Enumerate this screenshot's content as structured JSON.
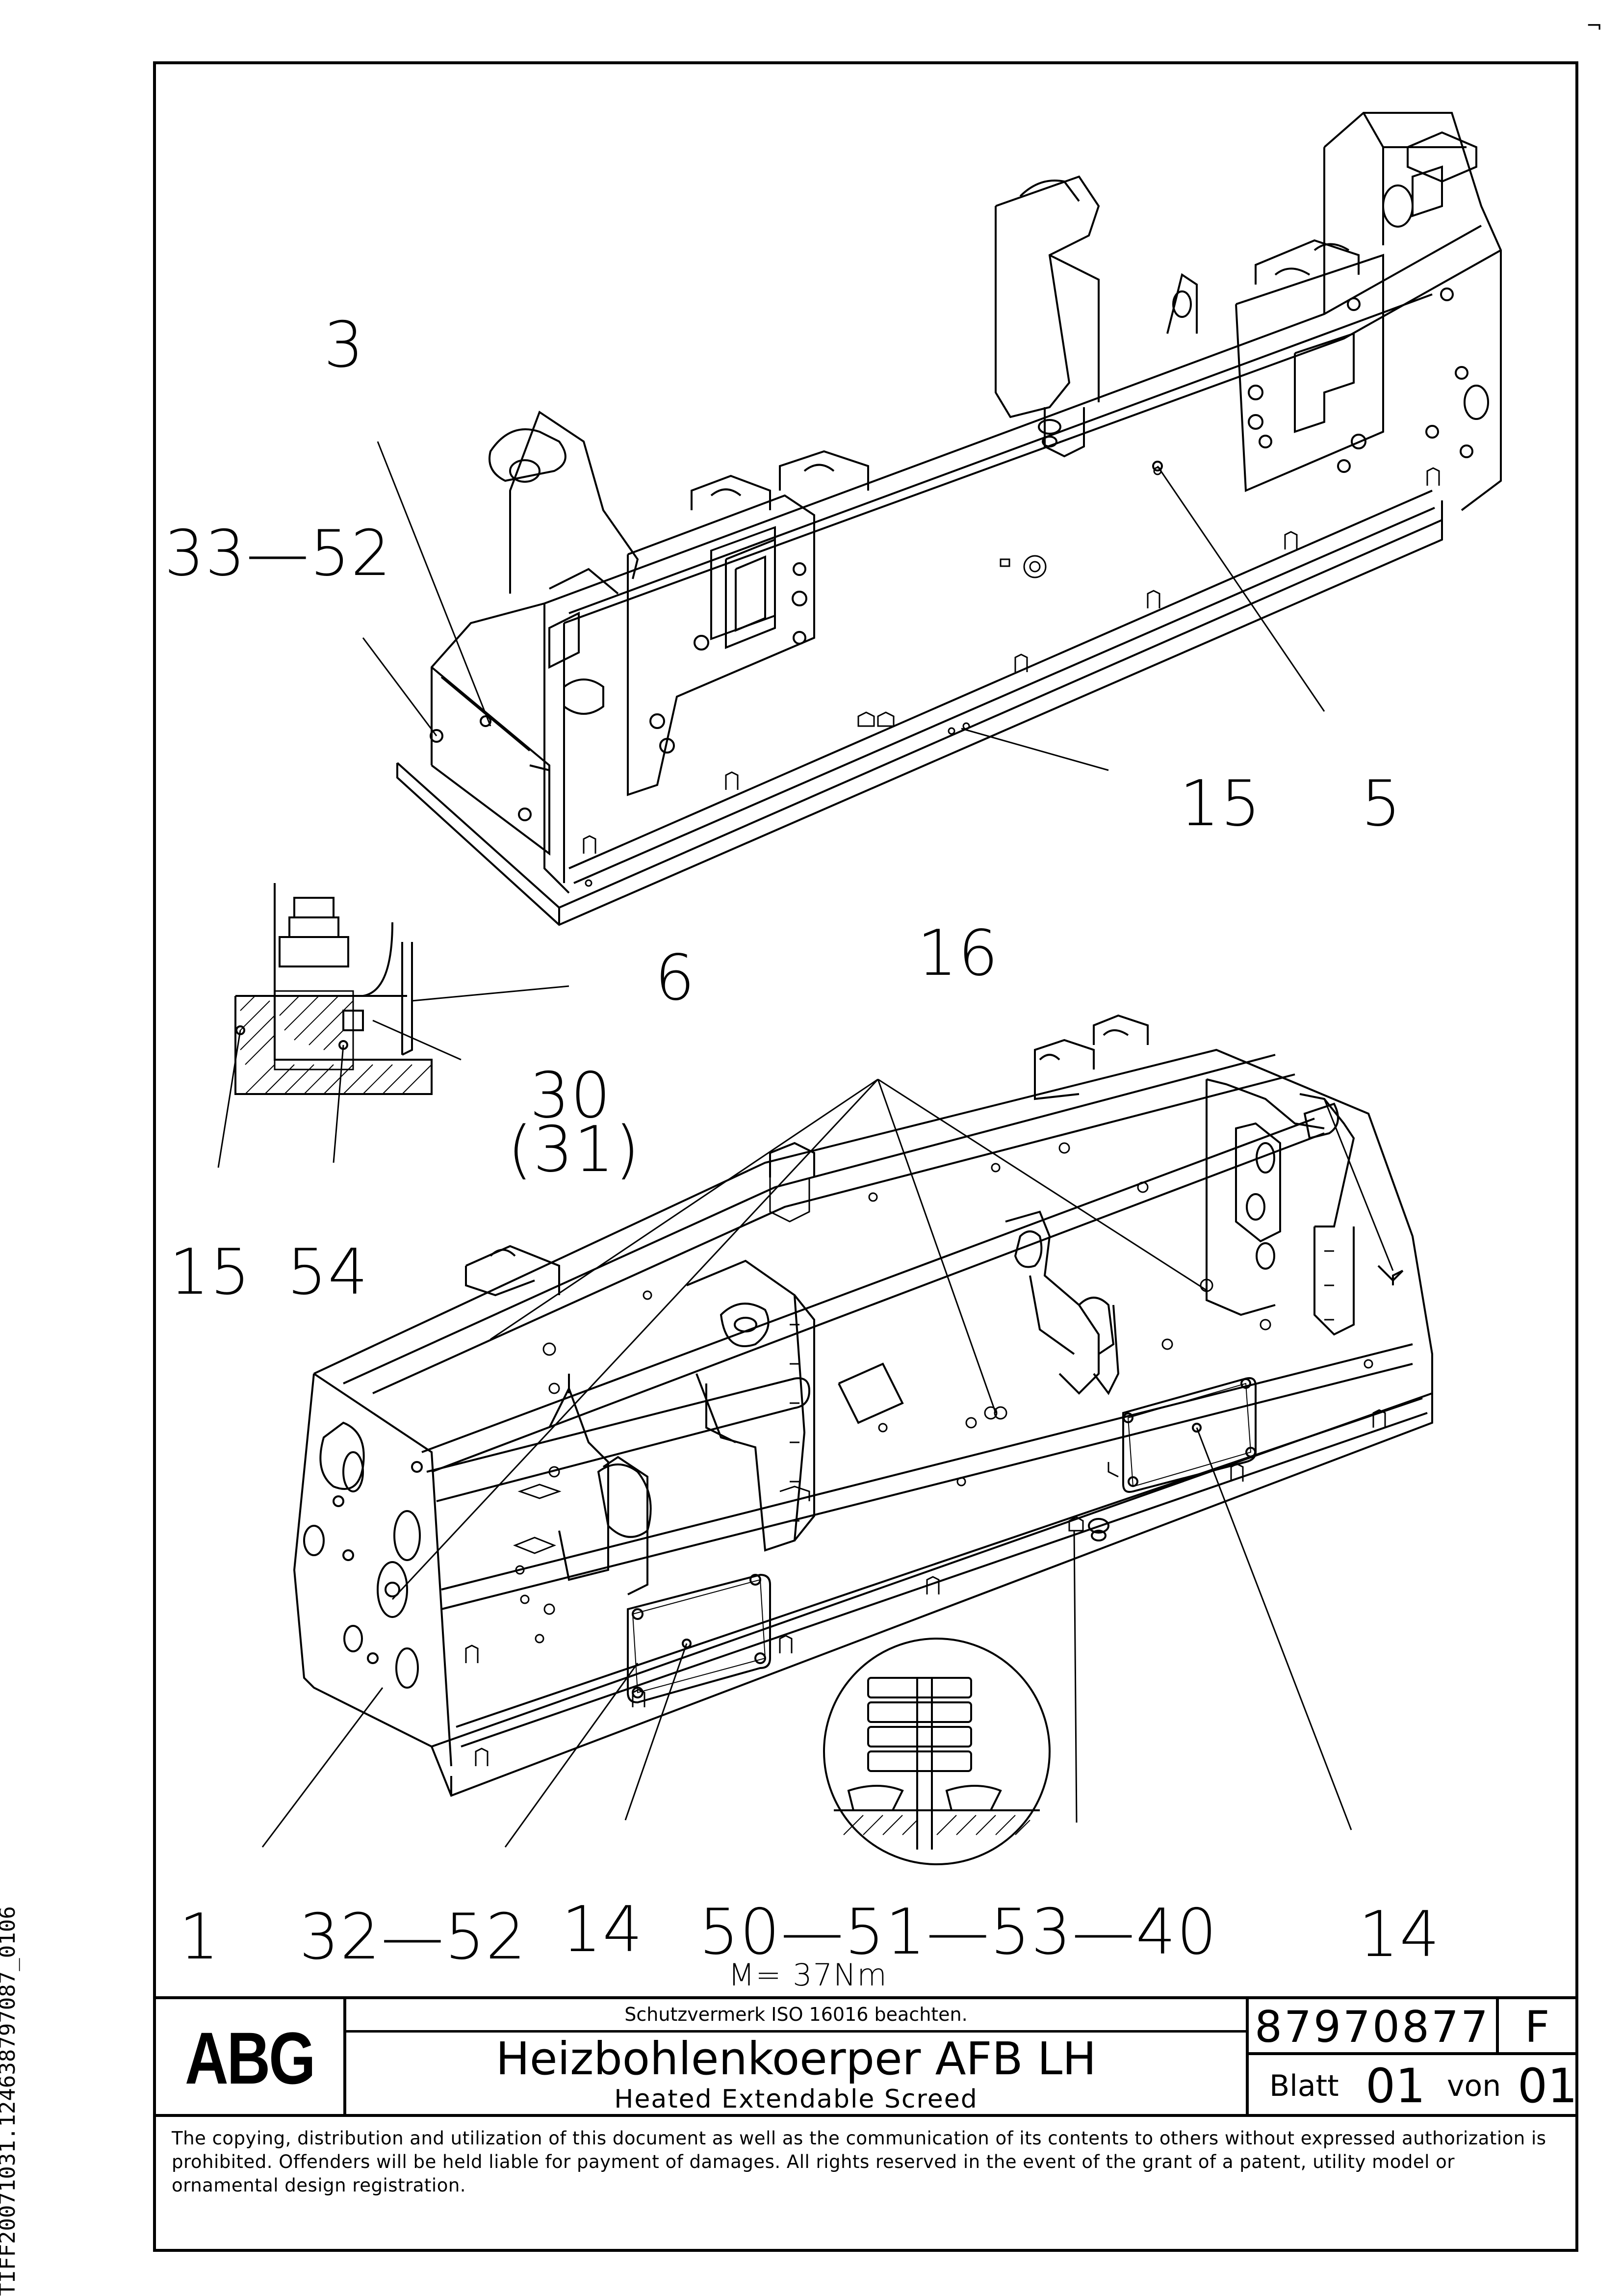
{
  "side_label": "TIFF20071031.124638797087_0106",
  "callouts": {
    "c3": "3",
    "c33_52": "33—52",
    "c15_top": "15",
    "c5": "5",
    "c6": "6",
    "c16": "16",
    "c30": "30",
    "c31": "(31)",
    "c15_left": "15",
    "c54": "54",
    "c1": "1",
    "c32_52": "32—52",
    "c14_left": "14",
    "c50": "50—51—53—40",
    "torque": "M= 37Nm",
    "c14_right": "14"
  },
  "title_block": {
    "logo": "ABG",
    "protection_note": "Schutzvermerk ISO 16016 beachten.",
    "title_de": "Heizbohlenkoerper AFB LH",
    "title_en": "Heated Extendable Screed",
    "drawing_number": "87970877",
    "revision": "F",
    "sheet_label": "Blatt",
    "sheet_number": "01",
    "sheet_of_label": "von",
    "sheet_total": "01"
  },
  "copyright": "The copying, distribution and utilization of this document as well as the communication of its contents to others without expressed authorization is prohibited. Offenders will be held liable for payment of damages. All rights reserved in the event of the grant of a patent, utility model or ornamental design registration."
}
